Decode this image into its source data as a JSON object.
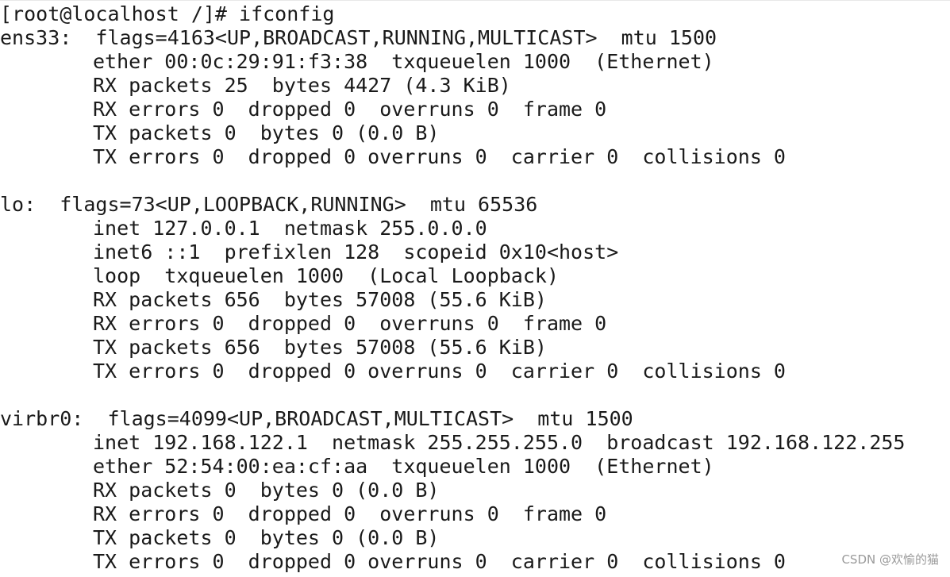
{
  "terminal": {
    "prompt_line": "[root@localhost /]# ifconfig",
    "interfaces": [
      {
        "header": "ens33:  flags=4163<UP,BROADCAST,RUNNING,MULTICAST>  mtu 1500",
        "lines": [
          "ether 00:0c:29:91:f3:38  txqueuelen 1000  (Ethernet)",
          "RX packets 25  bytes 4427 (4.3 KiB)",
          "RX errors 0  dropped 0  overruns 0  frame 0",
          "TX packets 0  bytes 0 (0.0 B)",
          "TX errors 0  dropped 0 overruns 0  carrier 0  collisions 0"
        ]
      },
      {
        "header": "lo:  flags=73<UP,LOOPBACK,RUNNING>  mtu 65536",
        "lines": [
          "inet 127.0.0.1  netmask 255.0.0.0",
          "inet6 ::1  prefixlen 128  scopeid 0x10<host>",
          "loop  txqueuelen 1000  (Local Loopback)",
          "RX packets 656  bytes 57008 (55.6 KiB)",
          "RX errors 0  dropped 0  overruns 0  frame 0",
          "TX packets 656  bytes 57008 (55.6 KiB)",
          "TX errors 0  dropped 0 overruns 0  carrier 0  collisions 0"
        ]
      },
      {
        "header": "virbr0:  flags=4099<UP,BROADCAST,MULTICAST>  mtu 1500",
        "lines": [
          "inet 192.168.122.1  netmask 255.255.255.0  broadcast 192.168.122.255",
          "ether 52:54:00:ea:cf:aa  txqueuelen 1000  (Ethernet)",
          "RX packets 0  bytes 0 (0.0 B)",
          "RX errors 0  dropped 0  overruns 0  frame 0",
          "TX packets 0  bytes 0 (0.0 B)",
          "TX errors 0  dropped 0 overruns 0  carrier 0  collisions 0"
        ]
      }
    ]
  },
  "watermark": "CSDN @欢愉的猫"
}
